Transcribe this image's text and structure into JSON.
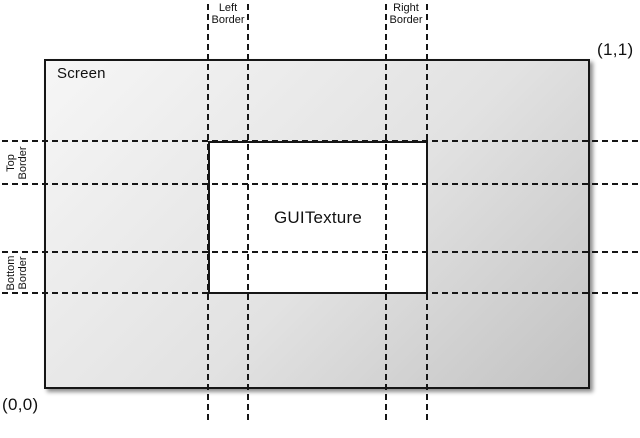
{
  "diagram": {
    "screen": {
      "label": "Screen"
    },
    "texture": {
      "label": "GUITexture"
    },
    "coordinates": {
      "origin": "(0,0)",
      "top_right": "(1,1)"
    },
    "border_labels": {
      "left": {
        "line1": "Left",
        "line2": "Border"
      },
      "right": {
        "line1": "Right",
        "line2": "Border"
      },
      "top": {
        "line1": "Top",
        "line2": "Border"
      },
      "bottom": {
        "line1": "Bottom",
        "line2": "Border"
      }
    },
    "colors": {
      "background": "#ffffff",
      "screen_gradient_start": "#f6f6f6",
      "screen_gradient_end": "#c2c2c2",
      "texture_fill": "#ffffff",
      "line_color": "#161616"
    }
  }
}
